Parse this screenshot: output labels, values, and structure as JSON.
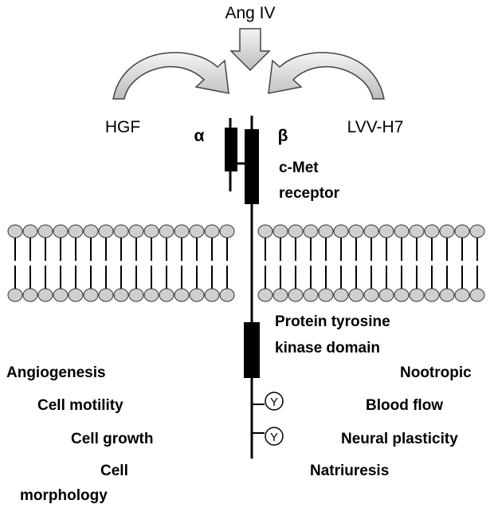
{
  "ligands": {
    "center": "Ang IV",
    "left": "HGF",
    "right": "LVV-H7"
  },
  "receptor": {
    "alpha": "α",
    "beta": "β",
    "name_line1": "c-Met",
    "name_line2": "receptor",
    "kinase_line1": "Protein tyrosine",
    "kinase_line2": "kinase  domain",
    "tyrosine_symbol": "Y"
  },
  "effects_left": [
    "Angiogenesis",
    "Cell motility",
    "Cell growth",
    "Cell",
    "morphology"
  ],
  "effects_right": [
    "Nootropic",
    "Blood flow",
    "Neural plasticity",
    "Natriuresis"
  ],
  "colors": {
    "arrow_fill": "#d9d9d9",
    "lipid_head": "#cfcfcf",
    "receptor": "#000000"
  }
}
